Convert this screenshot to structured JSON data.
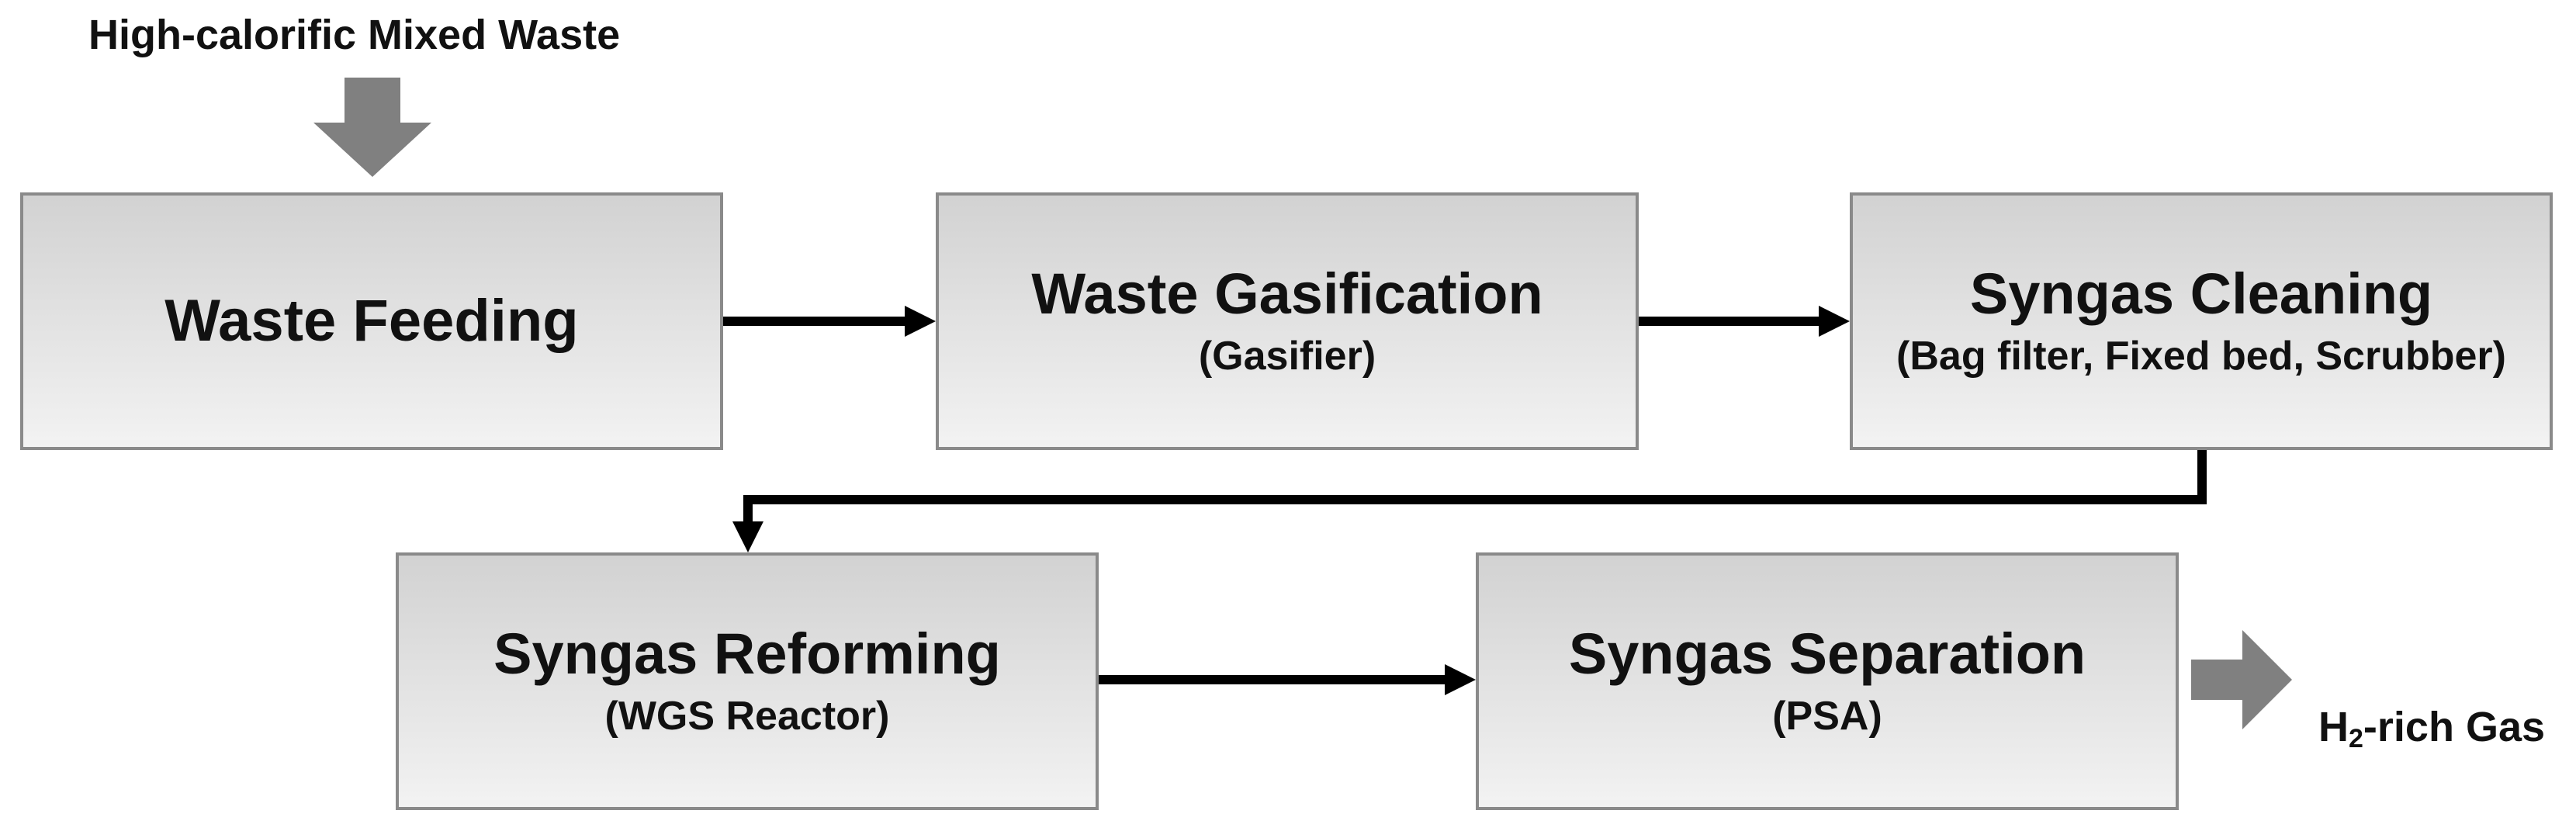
{
  "input_label": "High-calorific Mixed Waste",
  "output": {
    "prefix": "H",
    "subscript": "2",
    "suffix": "-rich Gas"
  },
  "steps": [
    {
      "title": "Waste Feeding",
      "subtitle": ""
    },
    {
      "title": "Waste Gasification",
      "subtitle": "(Gasifier)"
    },
    {
      "title": "Syngas Cleaning",
      "subtitle": "(Bag filter, Fixed bed, Scrubber)"
    },
    {
      "title": "Syngas Reforming",
      "subtitle": "(WGS Reactor)"
    },
    {
      "title": "Syngas Separation",
      "subtitle": "(PSA)"
    }
  ],
  "colors": {
    "box_border": "#8a8a8a",
    "box_fill_top": "#d2d2d2",
    "box_fill_bottom": "#f3f3f3",
    "arrow": "#000000",
    "block_arrow": "#808080",
    "text": "#111111"
  }
}
